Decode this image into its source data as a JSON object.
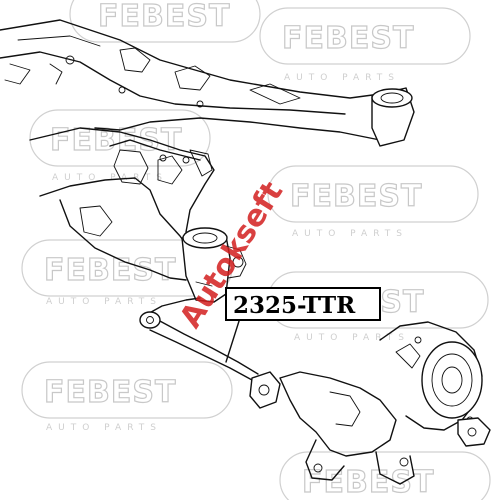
{
  "diagram": {
    "part_number": "2325-TTR",
    "brand_watermark": "FEBEST",
    "brand_watermark_sub": "AUTO PARTS",
    "overlay_watermark": "Autokseft",
    "highlight_color": "#d21e1e"
  }
}
